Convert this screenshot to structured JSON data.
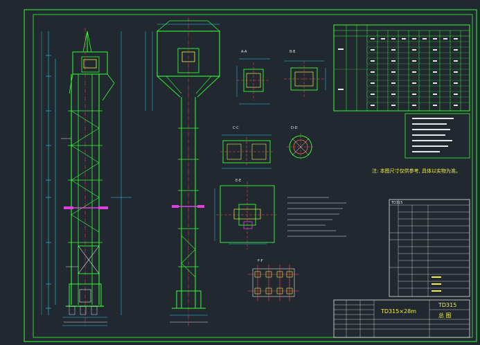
{
  "colors": {
    "background": "#212830",
    "frame": "#33ff33",
    "dimension": "#22d3ee",
    "centerline": "#ff4d4d",
    "annotation": "#e8e8e8",
    "highlight": "#f4f046",
    "part_mark": "#e040e0",
    "symbol_ring": "#ff6b35"
  },
  "drawing": {
    "title_block": {
      "number_cell": "TD315",
      "title_cell": "总 图",
      "company_cell": "TD315×28m"
    },
    "note_text": "注: 本图尺寸仅供参考, 具体以实物为准。",
    "table_parts": "TD315",
    "detail_labels": [
      "A-A",
      "B-B",
      "C-C",
      "D-D",
      "E-E",
      "F-F"
    ],
    "spec_rows": [
      "1",
      "2",
      "3",
      "4",
      "5"
    ]
  }
}
